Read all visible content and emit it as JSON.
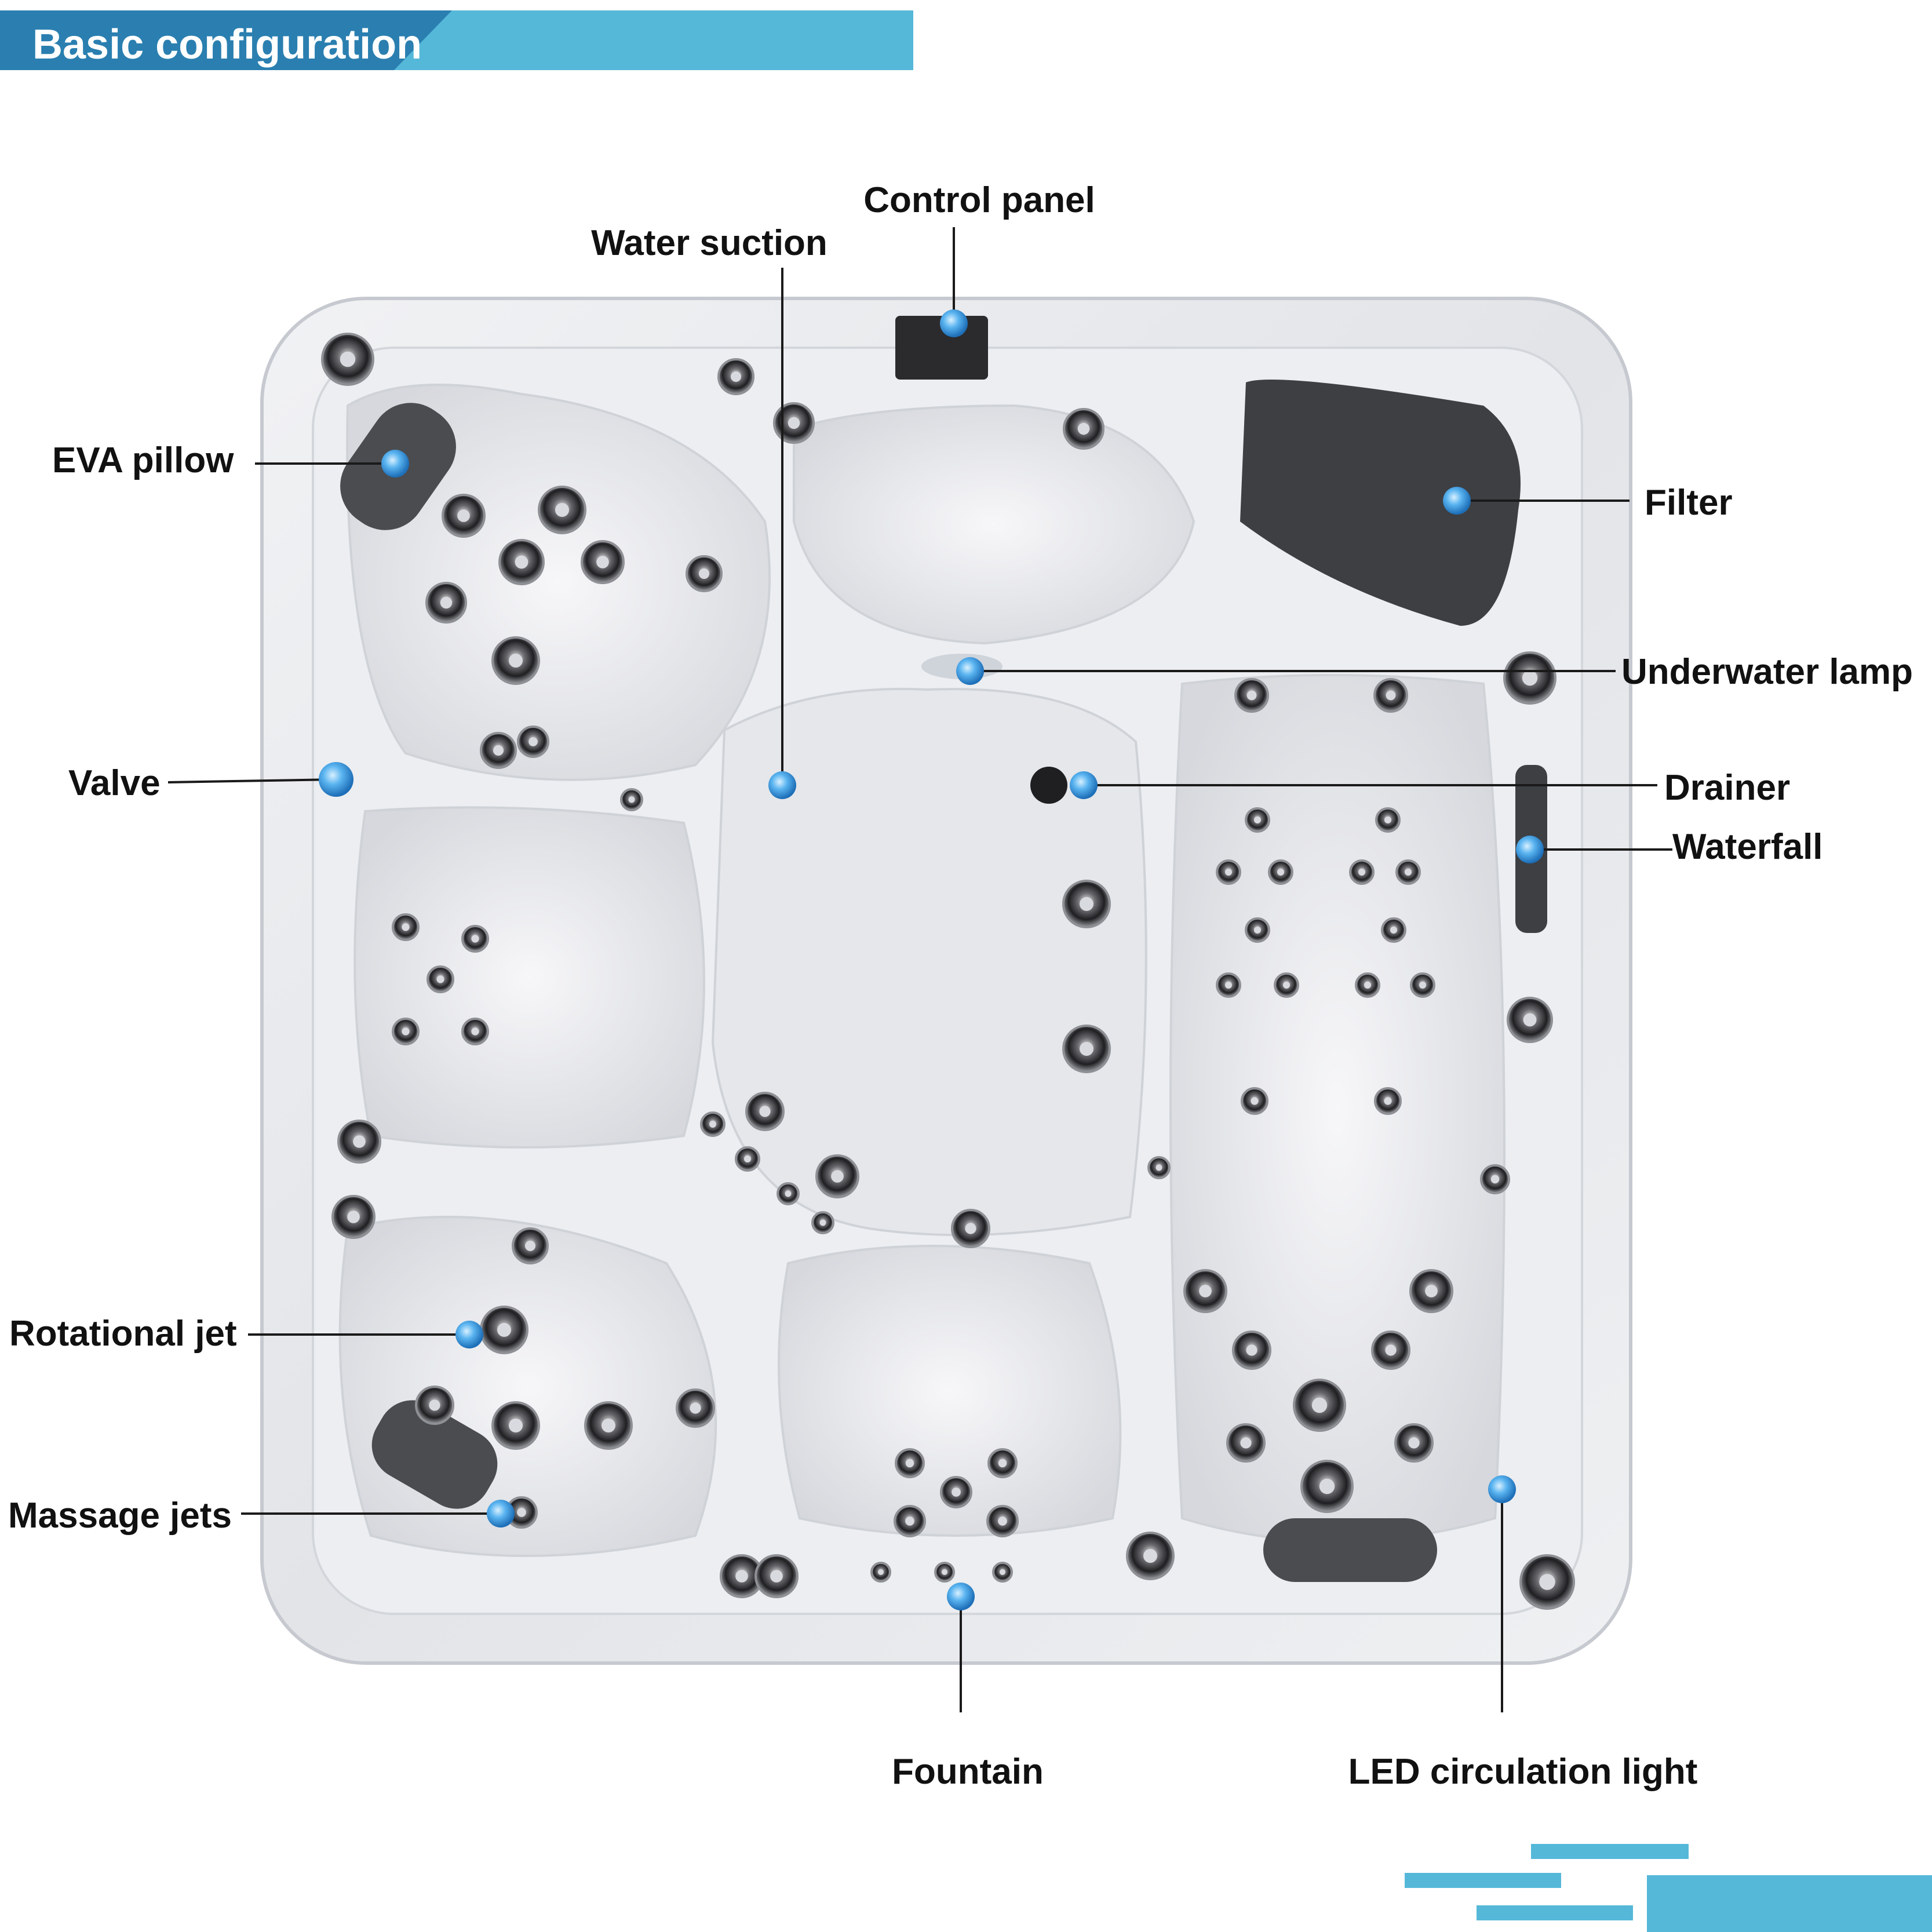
{
  "header": {
    "title": "Basic configuration",
    "accent_color": "#55b8d9",
    "dark_color": "#2a7fb0"
  },
  "callouts": {
    "control_panel": "Control panel",
    "water_suction": "Water suction",
    "eva_pillow": "EVA pillow",
    "filter": "Filter",
    "underwater_lamp": "Underwater lamp",
    "valve": "Valve",
    "drainer": "Drainer",
    "waterfall": "Waterfall",
    "rotational_jet": "Rotational jet",
    "massage_jets": "Massage jets",
    "fountain": "Fountain",
    "led_circulation_light": "LED circulation light"
  },
  "colors": {
    "marker": "#4fa8e8",
    "shell": "#e9eaee",
    "shell_edge": "#c8cbd2",
    "jet": "#2c2c2e",
    "pillow": "#4a4c50"
  }
}
